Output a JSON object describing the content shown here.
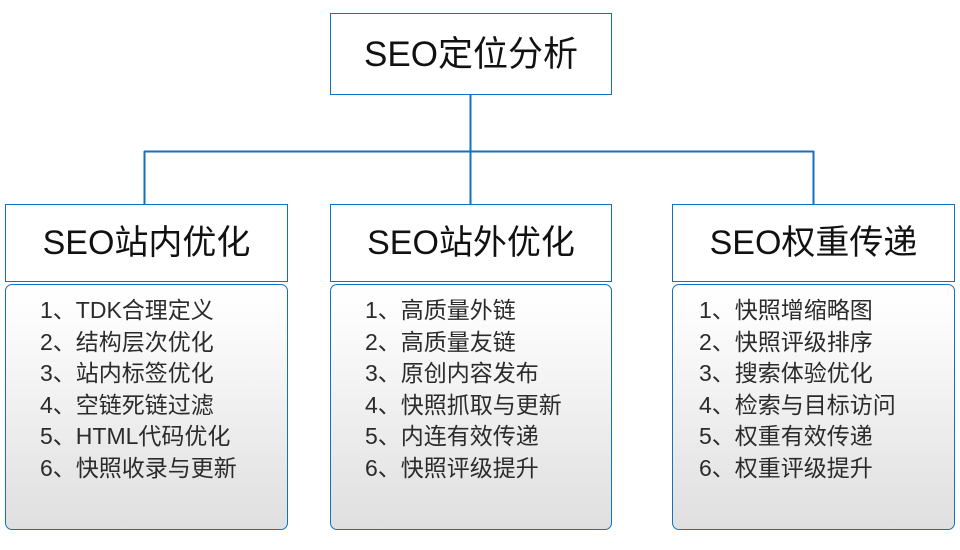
{
  "diagram": {
    "title": "SEO定位分析",
    "accent_color": "#1271c1",
    "text_color": "#2b2b2b",
    "body_gradient_from": "#ffffff",
    "body_gradient_to": "#e0e0e0",
    "root": {
      "label": "SEO定位分析"
    },
    "branches": [
      {
        "header": "SEO站内优化",
        "items": [
          "1、TDK合理定义",
          "2、结构层次优化",
          "3、站内标签优化",
          "4、空链死链过滤",
          "5、HTML代码优化",
          "6、快照收录与更新"
        ]
      },
      {
        "header": "SEO站外优化",
        "items": [
          "1、高质量外链",
          "2、高质量友链",
          "3、原创内容发布",
          "4、快照抓取与更新",
          "5、内连有效传递",
          "6、快照评级提升"
        ]
      },
      {
        "header": "SEO权重传递",
        "items": [
          "1、快照增缩略图",
          "2、快照评级排序",
          "3、搜索体验优化",
          "4、检索与目标访问",
          "5、权重有效传递",
          "6、权重评级提升"
        ]
      }
    ]
  }
}
